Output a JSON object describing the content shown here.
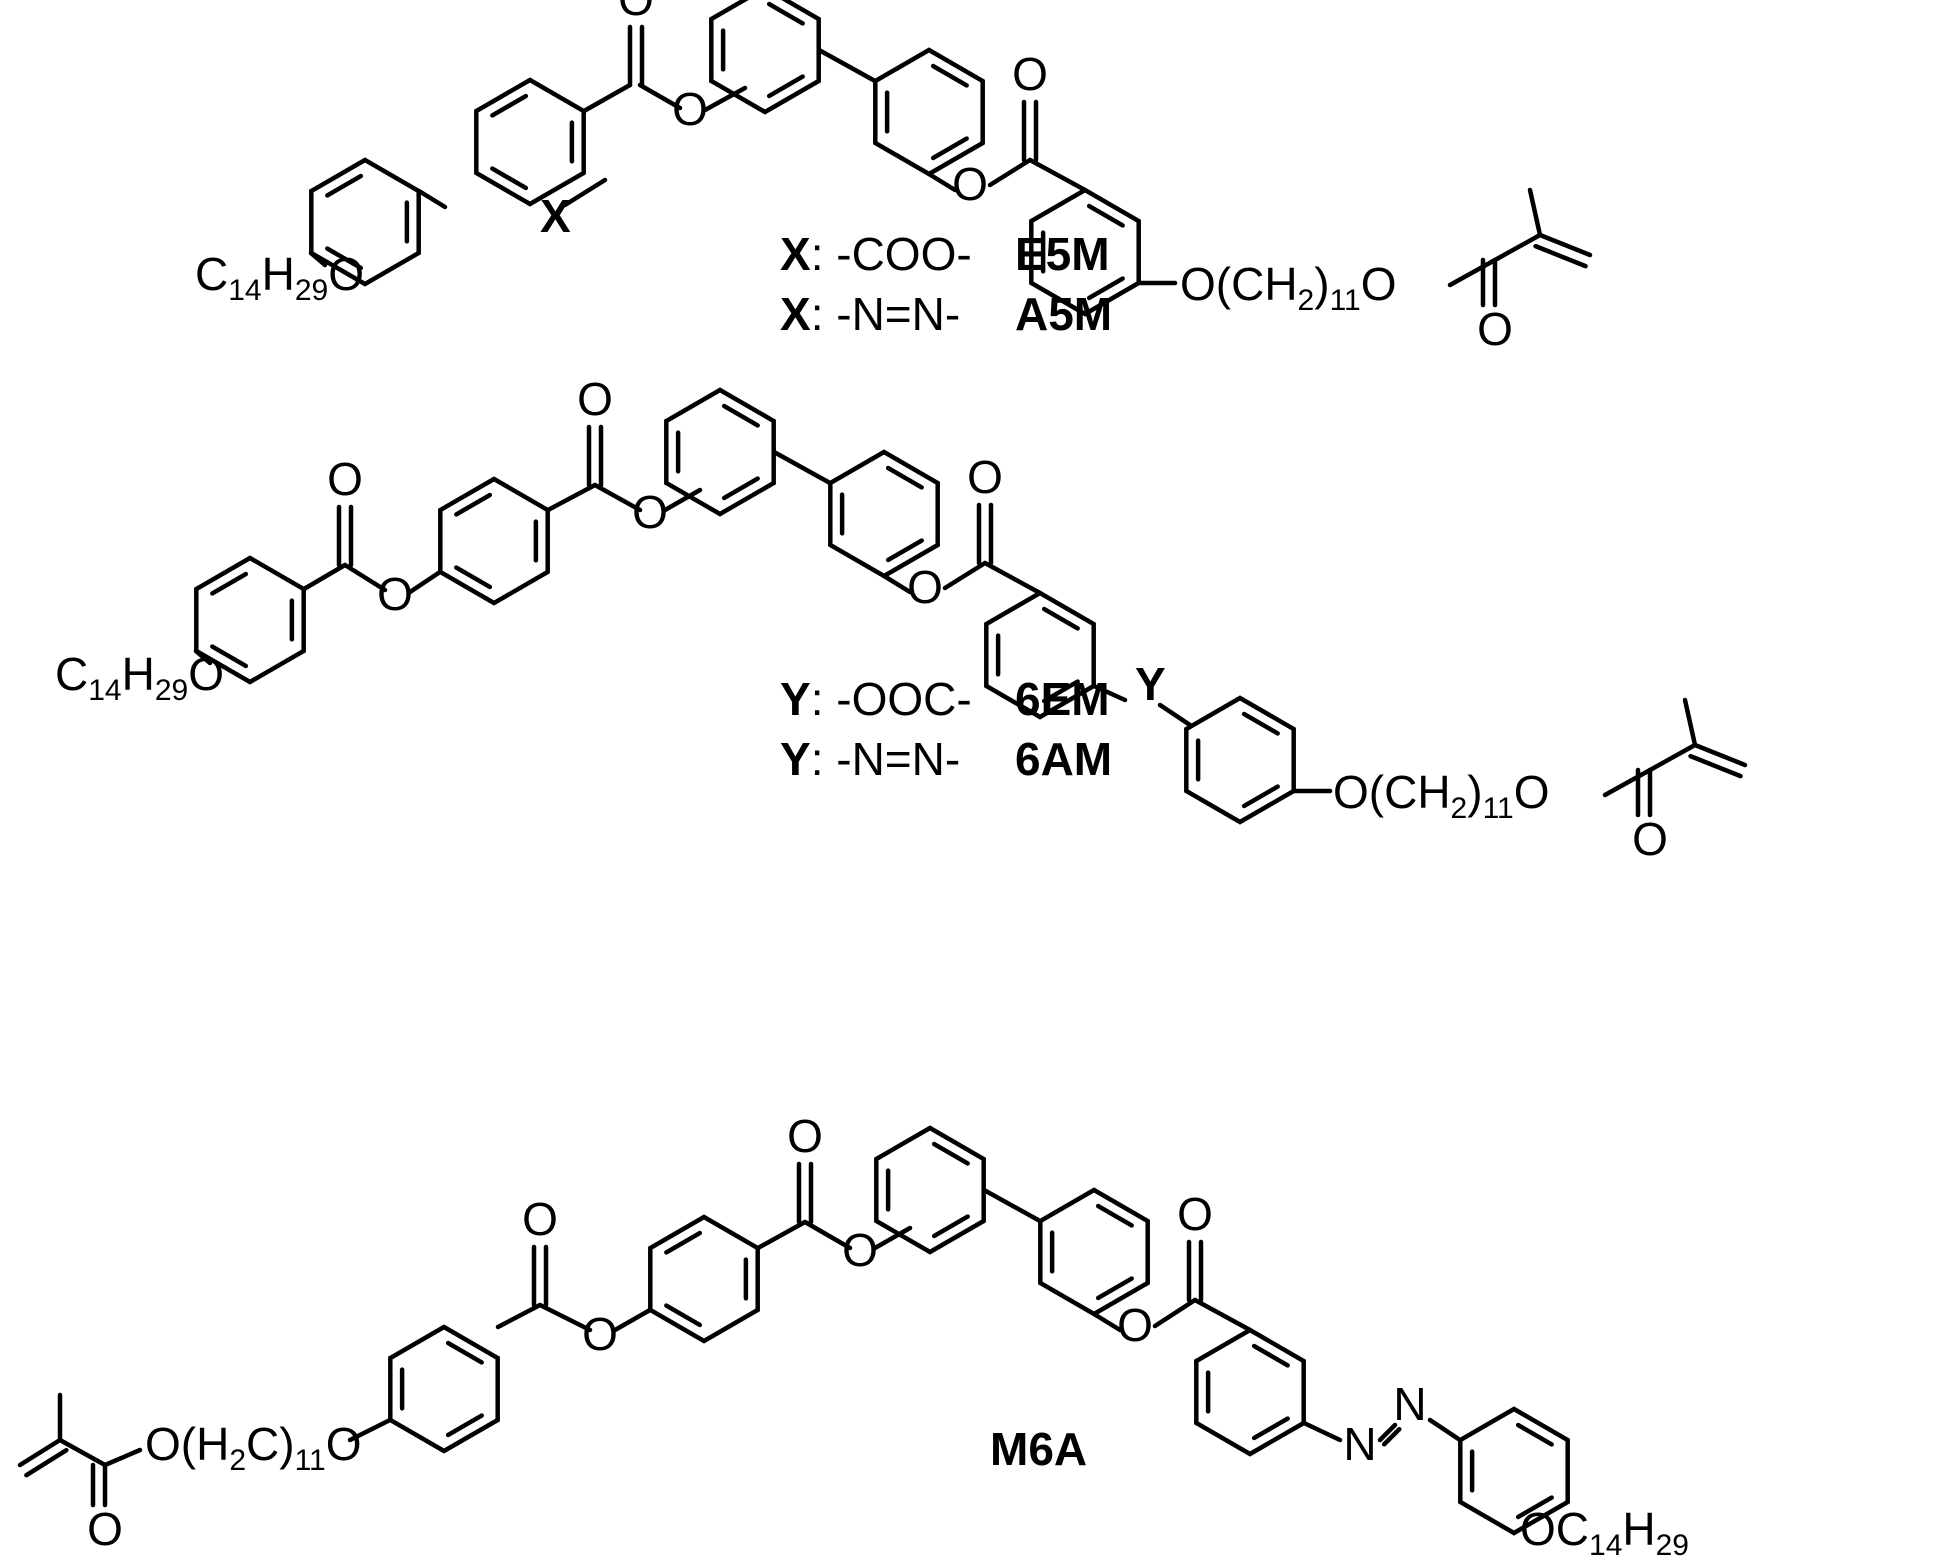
{
  "structures": {
    "top": {
      "linker_letter": "X",
      "tail_left": {
        "c": "C",
        "c_sub": "14",
        "h": "H",
        "h_sub": "29",
        "o": "O"
      },
      "tail_right": {
        "o1": "O",
        "paren_open": "(CH",
        "h_sub": "2",
        "paren_close": ")",
        "n_sub": "11",
        "o2": "O"
      },
      "ester_o": "O",
      "variants": [
        {
          "letter": "X",
          "colon": ":",
          "group": "-COO-",
          "name": "E5M"
        },
        {
          "letter": "X",
          "colon": ":",
          "group": "-N=N-",
          "name": "A5M"
        }
      ]
    },
    "middle": {
      "linker_letter": "Y",
      "tail_left": {
        "c": "C",
        "c_sub": "14",
        "h": "H",
        "h_sub": "29",
        "o": "O"
      },
      "tail_right": {
        "o1": "O",
        "paren_open": "(CH",
        "h_sub": "2",
        "paren_close": ")",
        "n_sub": "11",
        "o2": "O"
      },
      "ester_o": "O",
      "variants": [
        {
          "letter": "Y",
          "colon": ":",
          "group": "-OOC-",
          "name": "6EM"
        },
        {
          "letter": "Y",
          "colon": ":",
          "group": "-N=N-",
          "name": "6AM"
        }
      ]
    },
    "bottom": {
      "name": "M6A",
      "azo_n": "N",
      "tail_left": {
        "o1": "O",
        "paren_open": "(H",
        "h_sub": "2",
        "paren_close": "C)",
        "n_sub": "11",
        "o2": "O"
      },
      "tail_right": {
        "o": "O",
        "c": "C",
        "c_sub": "14",
        "h": "H",
        "h_sub": "29"
      },
      "ester_o": "O"
    }
  }
}
